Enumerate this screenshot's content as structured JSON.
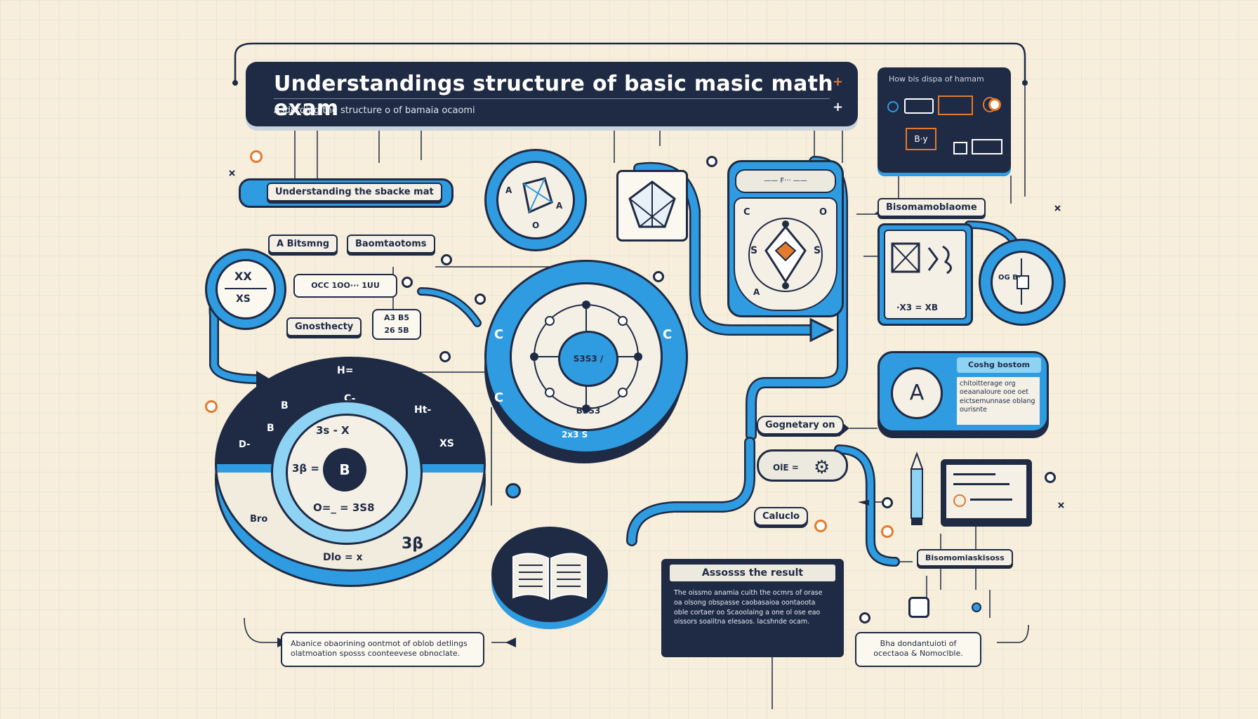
{
  "header": {
    "title": "Understandings structure of basic masic math exam",
    "subtitle": "Asdording the structure o of bamaia ocaomi"
  },
  "top_right_panel": {
    "title": "How bis dispa of hamam",
    "row2_box": "B·y"
  },
  "left_block": {
    "banner": "Understanding the sbacke mat",
    "tab1": "A Bitsmng",
    "tab2": "Baomtaotoms",
    "equation_box": "OCC 1OO··· 1UU",
    "xx_top": "XX",
    "xx_bottom": "XS",
    "geo_label": "Gnosthecty",
    "small_grid": "A3 B5\n26 5B"
  },
  "big_disc": {
    "segments": [
      "B",
      "H=",
      "C-",
      "Ht-",
      "D-",
      "XS",
      "B"
    ],
    "inner_center": "B",
    "inner_top": "3s - X",
    "inner_left": "3β =",
    "inner_bottom": "O=_ = 3S8",
    "lower_left": "Bro",
    "lower_mid": "Dlo = x",
    "lower_right": "3β"
  },
  "center_dial": {
    "top_pill": "S3S3 / B3S3",
    "letter_left": "C",
    "letter_left2": "C",
    "letter_right": "C",
    "bottom_text": "2x3 S"
  },
  "geometry_node": {
    "left": "A",
    "right": "A",
    "bottom": "O"
  },
  "compass_card": {
    "top_bar": "—— F··· ——",
    "left": "C",
    "right": "O",
    "west": "S",
    "east": "S",
    "south": "A"
  },
  "right_column": {
    "label": "Bisomamoblaome",
    "formula": "·X3 = XB",
    "disc_text": "OG B·",
    "answer_heading": "Coshg bostom",
    "answer_letter": "A",
    "answer_text": "chitoitterage org oeaanaloure ooe oet eictsemunnase oblang ourisnte",
    "geo_button": "Gognetary on",
    "gear_button": "OlE =",
    "calc_button": "Caluclo",
    "bottom_label": "Bisomomiaskisoss"
  },
  "assess_card": {
    "title": "Assosss the result",
    "body": "The oissmo anamia cuith the ocmrs of orase oa olsong obspasse caobasaioa oontaoota oble cortaer oo Scaoolaing a one ol ose eao oissors soalitna elesaos. lacshnde ocam."
  },
  "bottom_notes": {
    "left": "Abanice obaorining oontmot of oblob detlings olatmoation sposss coonteevese obnoclate.",
    "right": "Bha dondantuioti of ocectaoa & Nomoclble."
  },
  "colors": {
    "navy": "#1f2a44",
    "blue": "#2f9be0",
    "light_blue": "#8fd3f4",
    "cream": "#f7efdc",
    "orange": "#e47a2e"
  }
}
